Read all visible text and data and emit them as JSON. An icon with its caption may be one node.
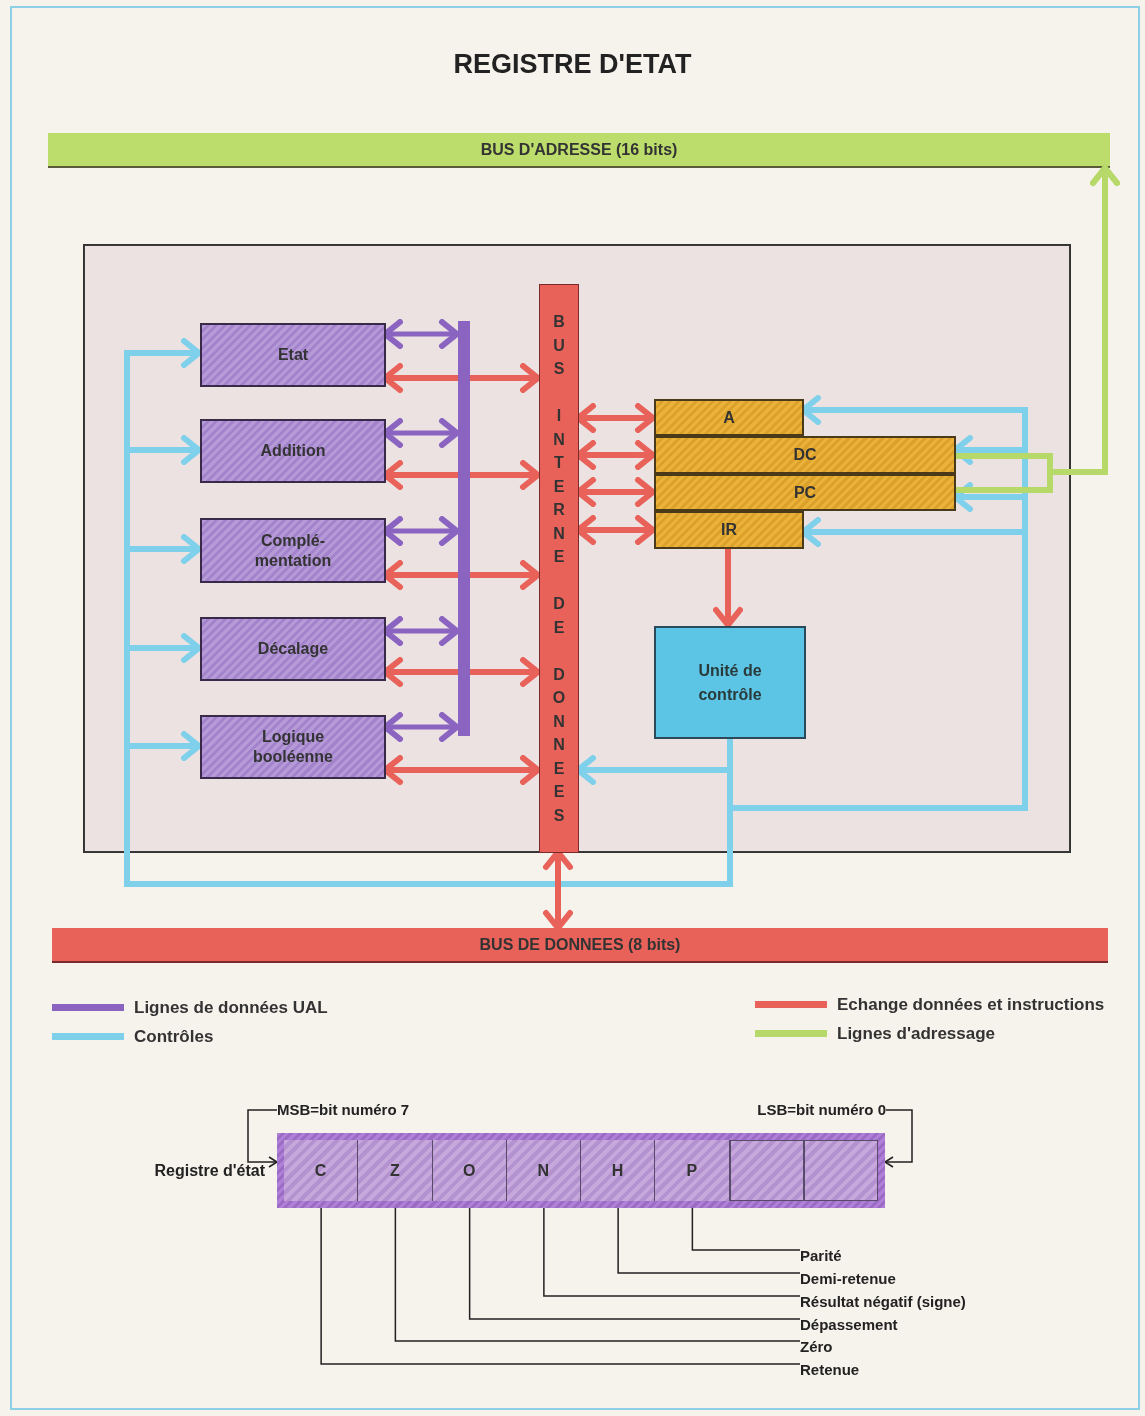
{
  "diagram": {
    "title": "REGISTRE D'ETAT",
    "nodes": [
      {
        "text": [
          "BUS D'ADRESSE (16 bits)"
        ]
      },
      {
        "text": [],
        "shape": "box"
      },
      {
        "text": [
          "Etat"
        ],
        "in": 1
      },
      {
        "text": [
          "Addition"
        ],
        "in": 1
      },
      {
        "text": [
          "Complé- mentation"
        ],
        "in": 1
      },
      {
        "text": [
          "Décalage"
        ],
        "in": 1
      },
      {
        "text": [
          "Logique booléenne"
        ],
        "in": 1
      },
      {
        "text": [
          "BUS INTERNE DE DONNEES"
        ],
        "in": 1
      },
      {
        "text": [],
        "shape": "bar",
        "in": 1
      },
      {
        "text": [
          "A"
        ],
        "in": 1
      },
      {
        "text": [
          "DC"
        ],
        "in": 1
      },
      {
        "text": [
          "PC"
        ],
        "in": 1
      },
      {
        "text": [
          "IR"
        ],
        "in": 1
      },
      {
        "text": [
          "Unité de contrôle"
        ],
        "in": 1
      },
      {
        "text": [
          "BUS DE DONNEES (8 bits)"
        ]
      },
      {
        "text": [],
        "shape": "bar",
        "beside": [
          "Registre d'état"
        ]
      },
      {
        "text": [
          "C"
        ],
        "in": 15
      },
      {
        "text": [
          "Z"
        ],
        "in": 15
      },
      {
        "text": [
          "O"
        ],
        "in": 15
      },
      {
        "text": [
          "N"
        ],
        "in": 15
      },
      {
        "text": [
          "H"
        ],
        "in": 15
      },
      {
        "text": [
          "P"
        ],
        "in": 15
      },
      {
        "text": [],
        "shape": "box",
        "in": 15
      },
      {
        "text": [],
        "shape": "box",
        "in": 15
      },
      {
        "text": [
          "Parité"
        ]
      },
      {
        "text": [
          "Demi-retenue"
        ]
      },
      {
        "text": [
          "Résultat négatif (signe)"
        ]
      },
      {
        "text": [
          "Dépassement"
        ]
      },
      {
        "text": [
          "Zéro"
        ]
      },
      {
        "text": [
          "Retenue"
        ]
      },
      {
        "text": [
          "MSB=bit numéro 7"
        ]
      },
      {
        "text": [
          "LSB=bit numéro 0"
        ]
      }
    ],
    "edges": [
      {
        "from": 13,
        "to": 2,
        "arrow": "to",
        "color": "#7fd0ea"
      },
      {
        "from": 13,
        "to": 3,
        "arrow": "to",
        "color": "#7fd0ea"
      },
      {
        "from": 13,
        "to": 4,
        "arrow": "to",
        "color": "#7fd0ea"
      },
      {
        "from": 13,
        "to": 5,
        "arrow": "to",
        "color": "#7fd0ea"
      },
      {
        "from": 13,
        "to": 6,
        "arrow": "to",
        "color": "#7fd0ea"
      },
      {
        "from": 13,
        "to": 7,
        "arrow": "to",
        "color": "#7fd0ea"
      },
      {
        "from": 13,
        "to": 9,
        "arrow": "to",
        "color": "#7fd0ea"
      },
      {
        "from": 13,
        "to": 10,
        "arrow": "to",
        "color": "#7fd0ea"
      },
      {
        "from": 13,
        "to": 11,
        "arrow": "to",
        "color": "#7fd0ea"
      },
      {
        "from": 13,
        "to": 12,
        "arrow": "to",
        "color": "#7fd0ea"
      },
      {
        "from": 2,
        "to": 7,
        "arrow": "both",
        "color": "#e8625a"
      },
      {
        "from": 3,
        "to": 7,
        "arrow": "both",
        "color": "#e8625a"
      },
      {
        "from": 4,
        "to": 7,
        "arrow": "both",
        "color": "#e8625a"
      },
      {
        "from": 5,
        "to": 7,
        "arrow": "both",
        "color": "#e8625a"
      },
      {
        "from": 6,
        "to": 7,
        "arrow": "both",
        "color": "#e8625a"
      },
      {
        "from": 7,
        "to": 9,
        "arrow": "both",
        "color": "#e8625a"
      },
      {
        "from": 7,
        "to": 10,
        "arrow": "both",
        "color": "#e8625a"
      },
      {
        "from": 7,
        "to": 11,
        "arrow": "both",
        "color": "#e8625a"
      },
      {
        "from": 7,
        "to": 12,
        "arrow": "both",
        "color": "#e8625a"
      },
      {
        "from": 12,
        "to": 13,
        "arrow": "to",
        "color": "#e8625a"
      },
      {
        "from": 7,
        "to": 14,
        "arrow": "both",
        "color": "#e8625a"
      },
      {
        "from": 2,
        "to": 8,
        "arrow": "both",
        "color": "#8a64c0"
      },
      {
        "from": 3,
        "to": 8,
        "arrow": "both",
        "color": "#8a64c0"
      },
      {
        "from": 4,
        "to": 8,
        "arrow": "both",
        "color": "#8a64c0"
      },
      {
        "from": 5,
        "to": 8,
        "arrow": "both",
        "color": "#8a64c0"
      },
      {
        "from": 6,
        "to": 8,
        "arrow": "both",
        "color": "#8a64c0"
      },
      {
        "from": 10,
        "to": 0,
        "arrow": "to",
        "color": "#b7d96a"
      },
      {
        "from": 11,
        "to": 0,
        "arrow": "to",
        "color": "#b7d96a"
      },
      {
        "from": 24,
        "to": 21,
        "arrow": "none",
        "color": "#222222"
      },
      {
        "from": 25,
        "to": 20,
        "arrow": "none",
        "color": "#222222"
      },
      {
        "from": 26,
        "to": 19,
        "arrow": "none",
        "color": "#222222"
      },
      {
        "from": 27,
        "to": 18,
        "arrow": "none",
        "color": "#222222"
      },
      {
        "from": 28,
        "to": 17,
        "arrow": "none",
        "color": "#222222"
      },
      {
        "from": 29,
        "to": 16,
        "arrow": "none",
        "color": "#222222"
      },
      {
        "from": 30,
        "to": 15,
        "arrow": "to",
        "color": "#222222"
      },
      {
        "from": 31,
        "to": 15,
        "arrow": "to",
        "color": "#222222"
      }
    ],
    "legend": [
      {
        "text": "Lignes de données UAL",
        "color": "#8a64c0"
      },
      {
        "text": "Contrôles",
        "color": "#7fd0ea"
      },
      {
        "text": "Echange données et instructions",
        "color": "#e8625a"
      },
      {
        "text": "Lignes d'adressage",
        "color": "#b7d96a"
      }
    ]
  }
}
